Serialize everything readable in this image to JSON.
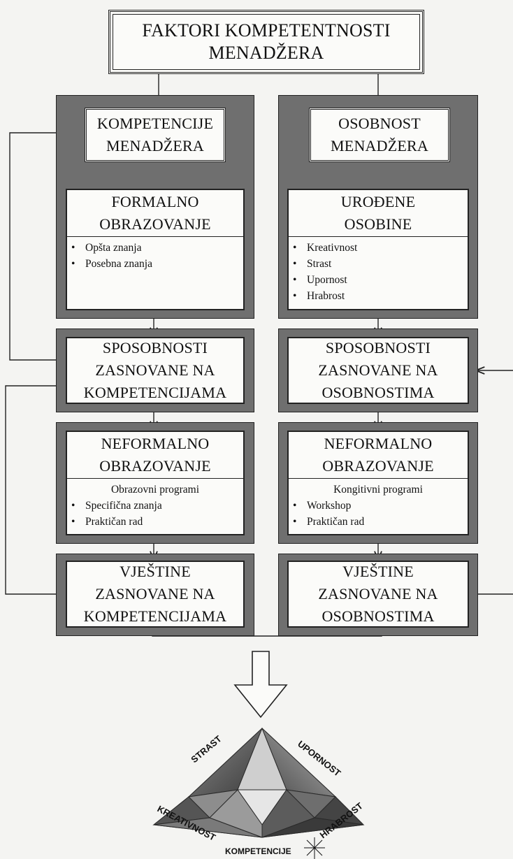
{
  "title": {
    "line1": "FAKTORI KOMPETENTNOSTI",
    "line2": "MENADŽERA"
  },
  "left": {
    "header": {
      "line1": "KOMPETENCIJE",
      "line2": "MENADŽERA"
    },
    "formal": {
      "line1": "FORMALNO",
      "line2": "OBRAZOVANJE",
      "items": [
        "Opšta znanja",
        "Posebna znanja"
      ]
    },
    "abilities": {
      "line1": "SPOSOBNOSTI",
      "line2": "ZASNOVANE NA",
      "line3": "KOMPETENCIJAMA"
    },
    "informal": {
      "line1": "NEFORMALNO",
      "line2": "OBRAZOVANJE",
      "subheading": "Obrazovni programi",
      "items": [
        "Specifična znanja",
        "Praktičan rad"
      ]
    },
    "skills": {
      "line1": "VJEŠTINE",
      "line2": "ZASNOVANE NA",
      "line3": "KOMPETENCIJAMA"
    }
  },
  "right": {
    "header": {
      "line1": "OSOBNOST",
      "line2": "MENADŽERA"
    },
    "innate": {
      "line1": "UROĐENE",
      "line2": "OSOBINE",
      "items": [
        "Kreativnost",
        "Strast",
        "Upornost",
        "Hrabrost"
      ]
    },
    "abilities": {
      "line1": "SPOSOBNOSTI",
      "line2": "ZASNOVANE NA",
      "line3": "OSOBNOSTIMA"
    },
    "informal": {
      "line1": "NEFORMALNO",
      "line2": "OBRAZOVANJE",
      "subheading": "Kongitivni programi",
      "items": [
        "Workshop",
        "Praktičan rad"
      ]
    },
    "skills": {
      "line1": "VJEŠTINE",
      "line2": "ZASNOVANE NA",
      "line3": "OSOBNOSTIMA"
    }
  },
  "gem": {
    "labels": {
      "strast": "STRAST",
      "upornost": "UPORNOST",
      "kreativnost": "KREATIVNOST",
      "hrabrost": "HRABROST",
      "kompetencije": "KOMPETENCIJE"
    }
  },
  "colors": {
    "frame": "#6f6f6f",
    "box": "#fbfbf9",
    "line": "#222222"
  }
}
